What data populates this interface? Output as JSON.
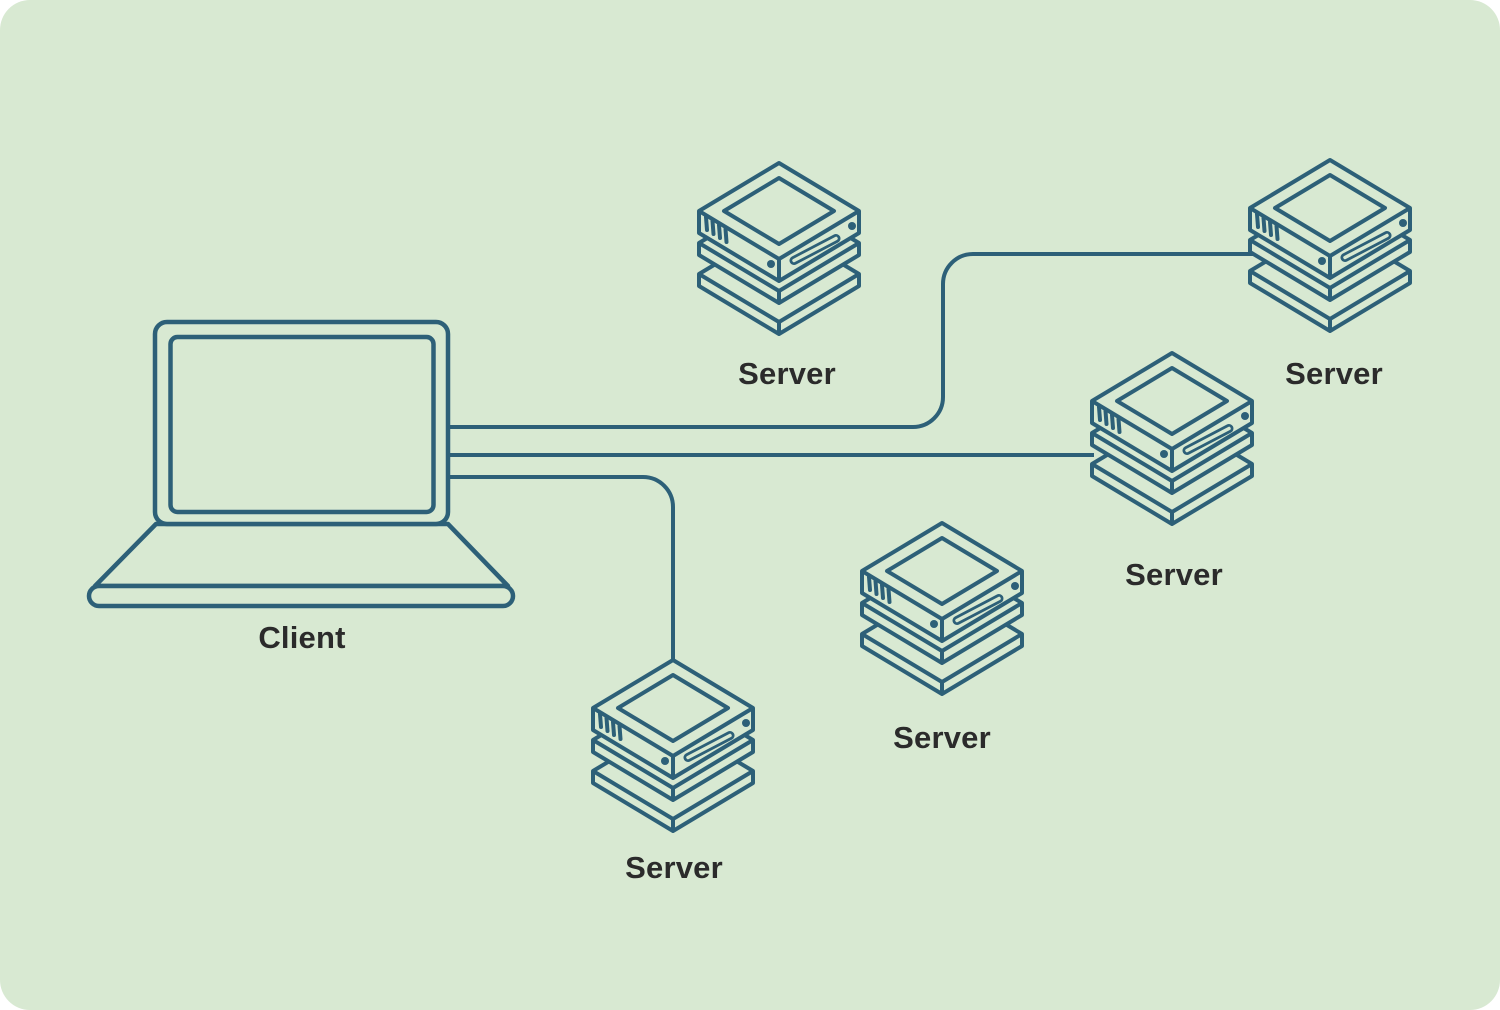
{
  "diagram": {
    "description": "Client-server network diagram",
    "colors": {
      "canvas_background": "#ffffff",
      "panel_background": "#d8e9d2",
      "line_stroke": "#2d6078",
      "label_text": "#2b2b2b"
    },
    "nodes": {
      "client": {
        "id": "client",
        "type": "laptop",
        "label": "Client"
      },
      "servers": [
        {
          "id": "server-top-middle",
          "type": "server-stack",
          "label": "Server",
          "connected_to_client": false
        },
        {
          "id": "server-top-right",
          "type": "server-stack",
          "label": "Server",
          "connected_to_client": true
        },
        {
          "id": "server-middle-right",
          "type": "server-stack",
          "label": "Server",
          "connected_to_client": true
        },
        {
          "id": "server-bottom-middle",
          "type": "server-stack",
          "label": "Server",
          "connected_to_client": false
        },
        {
          "id": "server-bottom",
          "type": "server-stack",
          "label": "Server",
          "connected_to_client": true
        }
      ]
    },
    "edges": [
      {
        "from": "client",
        "to": "server-top-right",
        "shape": "right, up, right"
      },
      {
        "from": "client",
        "to": "server-middle-right",
        "shape": "straight right"
      },
      {
        "from": "client",
        "to": "server-bottom",
        "shape": "right, down"
      }
    ]
  }
}
